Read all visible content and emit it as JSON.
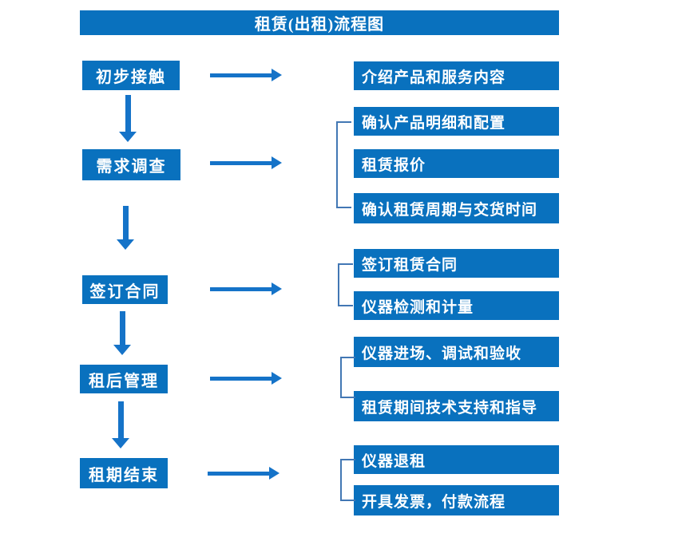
{
  "title": "租赁(出租)流程图",
  "steps": [
    {
      "label": "初步接触"
    },
    {
      "label": "需求调查"
    },
    {
      "label": "签订合同"
    },
    {
      "label": "租后管理"
    },
    {
      "label": "租期结束"
    }
  ],
  "details": [
    {
      "label": "介绍产品和服务内容"
    },
    {
      "label": "确认产品明细和配置"
    },
    {
      "label": "租赁报价"
    },
    {
      "label": "确认租赁周期与交货时间"
    },
    {
      "label": "签订租赁合同"
    },
    {
      "label": "仪器检测和计量"
    },
    {
      "label": "仪器进场、调试和验收"
    },
    {
      "label": "租赁期间技术支持和指导"
    },
    {
      "label": "仪器退租"
    },
    {
      "label": "开具发票，付款流程"
    }
  ],
  "colors": {
    "box_fill": "#0971be",
    "arrow": "#1573c8",
    "bracket": "#4277b4",
    "text": "#ffffff",
    "background": "#ffffff"
  }
}
